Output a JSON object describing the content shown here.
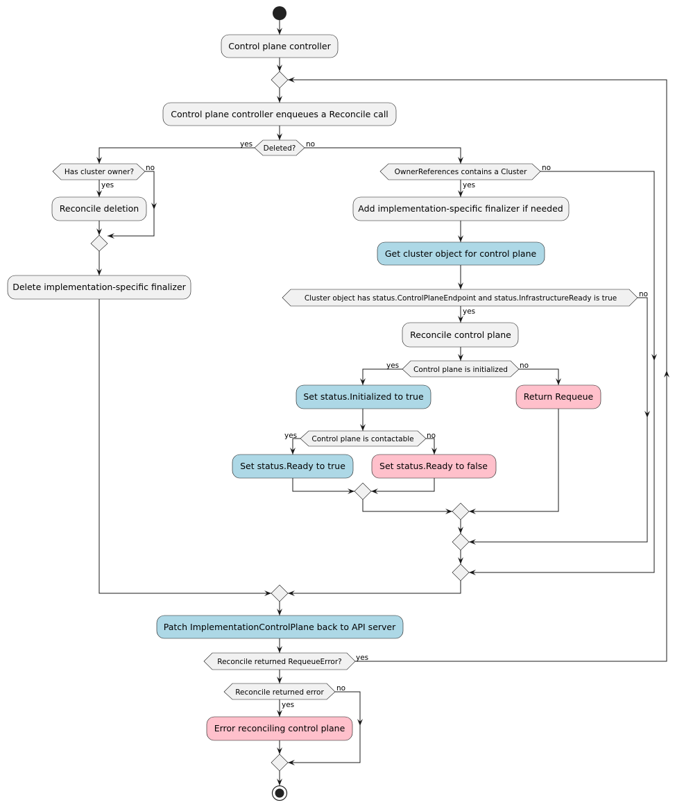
{
  "diagram": {
    "activities": {
      "cp_controller": "Control plane controller",
      "enqueue": "Control plane controller enqueues a Reconcile call",
      "reconcile_deletion": "Reconcile deletion",
      "delete_finalizer": "Delete implementation-specific finalizer",
      "add_finalizer": "Add implementation-specific finalizer if needed",
      "get_cluster": "Get cluster object for control plane",
      "reconcile_cp": "Reconcile control plane",
      "set_initialized": "Set status.Initialized to true",
      "return_requeue": "Return Requeue",
      "set_ready_true": "Set status.Ready to true",
      "set_ready_false": "Set status.Ready to false",
      "patch": "Patch ImplementationControlPlane back to API server",
      "error_reconciling": "Error reconciling control plane"
    },
    "decisions": {
      "deleted": "Deleted?",
      "has_owner": "Has cluster owner?",
      "owner_refs": "OwnerReferences contains a Cluster",
      "cluster_status": "Cluster object has status.ControlPlaneEndpoint and status.InfrastructureReady is true",
      "cp_initialized": "Control plane is initialized",
      "cp_contactable": "Control plane is contactable",
      "requeue_error": "Reconcile returned RequeueError?",
      "returned_error": "Reconcile returned error"
    },
    "labels": {
      "yes": "yes",
      "no": "no"
    },
    "colors": {
      "default": "#f1f1f1",
      "blue": "#add8e6",
      "pink": "#ffc0cb",
      "line": "#181818"
    }
  }
}
